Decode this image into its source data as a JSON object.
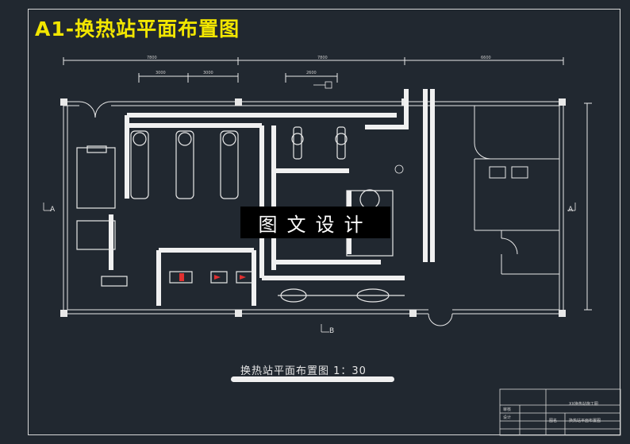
{
  "sheet_title": "A1-换热站平面布置图",
  "watermark": "图文设计",
  "plan_caption": "换热站平面布置图 1：30",
  "section_marks": {
    "left": "A",
    "right": "A",
    "bottom": "B"
  },
  "title_block": {
    "project_name": "XX换热站施工图",
    "row_label_1": "审核",
    "row_label_2": "设计",
    "drawing_label": "图名",
    "drawing_name": "换热站平面布置图"
  },
  "colors": {
    "background": "#212830",
    "lines": "#e8e8e8",
    "title": "#f2e600",
    "accent": "#e03030"
  }
}
